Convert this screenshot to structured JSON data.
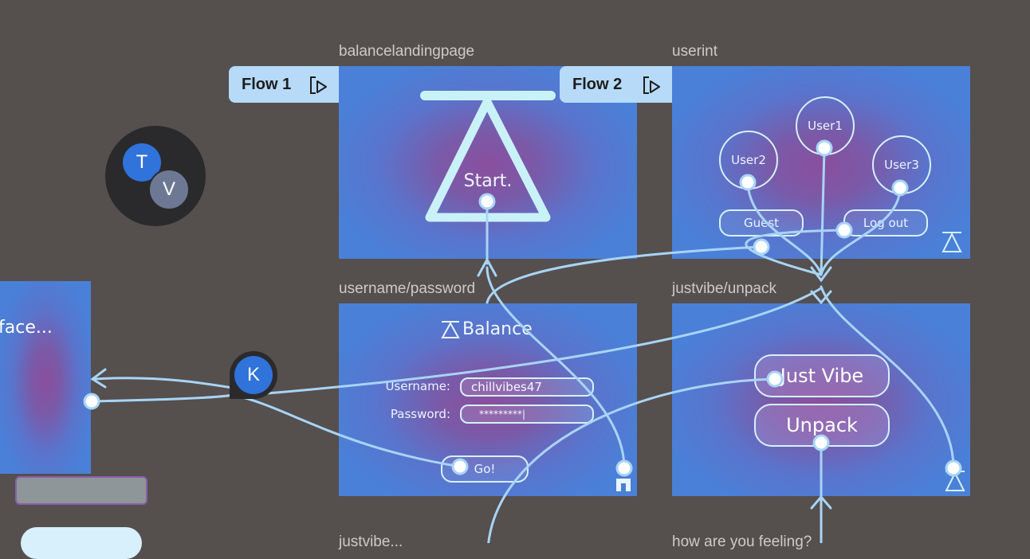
{
  "frames": {
    "landing": {
      "label": "balancelandingpage",
      "start_text": "Start."
    },
    "userint": {
      "label": "userint",
      "user1": "User1",
      "user2": "User2",
      "user3": "User3",
      "guest": "Guest",
      "logout": "Log out"
    },
    "login": {
      "label": "username/password",
      "brand": "Balance",
      "username_label": "Username:",
      "username_value": "chillvibes47",
      "password_label": "Password:",
      "password_value": "*********|",
      "go": "Go!"
    },
    "vibe": {
      "label": "justvibe/unpack",
      "just_vibe": "Just Vibe",
      "unpack": "Unpack"
    },
    "left": {
      "title": "face..."
    },
    "bottom_left_label": "justvibe...",
    "bottom_right_label": "how are you feeling?"
  },
  "flows": [
    {
      "label": "Flow 1",
      "icon": "play-frame-icon"
    },
    {
      "label": "Flow 2",
      "icon": "play-frame-icon"
    }
  ],
  "avatars": {
    "t": "T",
    "v": "V",
    "k": "K"
  },
  "colors": {
    "canvas": "#554f4e",
    "wire": "#a8d4f6",
    "frame_blue": "#4a80d8",
    "frame_purple": "#8a4f9e",
    "flow_tag": "#b6daf8"
  }
}
